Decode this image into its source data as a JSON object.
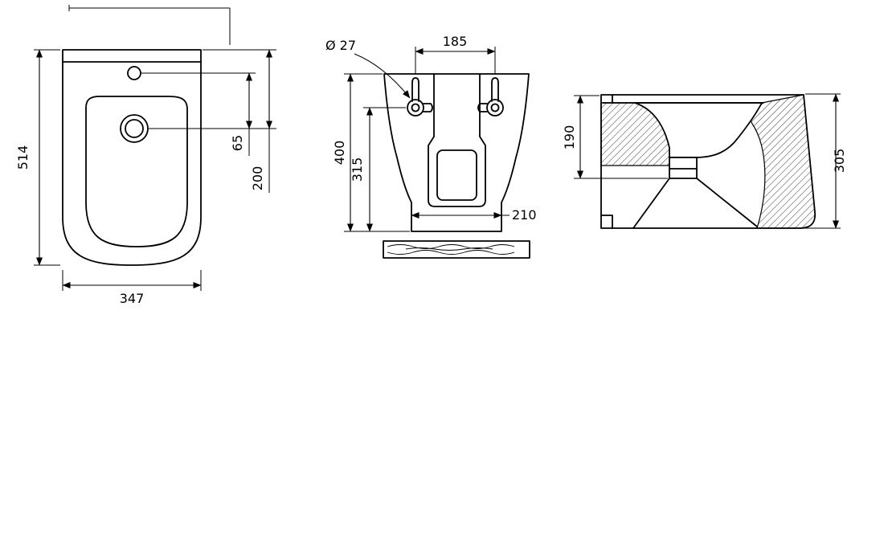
{
  "meta": {
    "background": "#ffffff",
    "line_color": "#000000"
  },
  "dims": {
    "top": {
      "height": "514",
      "width": "347",
      "hole_offset": "65",
      "drain_offset": "200"
    },
    "front": {
      "hole_dia": "Ø 27",
      "hole_spacing": "185",
      "height": "400",
      "hole_height": "315",
      "base_width": "210"
    },
    "side": {
      "depth": "190",
      "height": "305"
    }
  }
}
